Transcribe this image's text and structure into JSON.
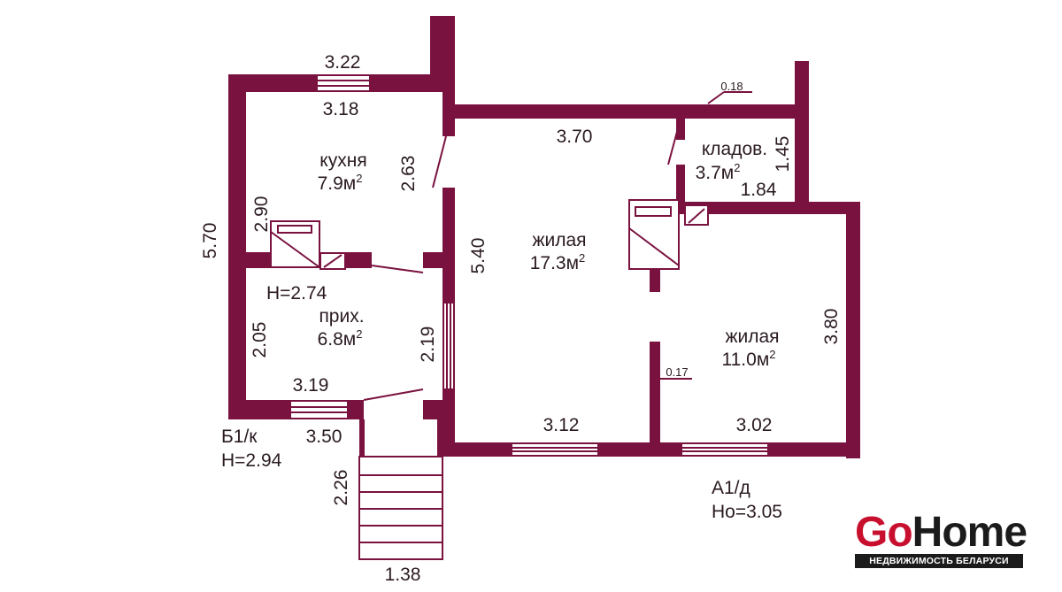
{
  "colors": {
    "wall": "#7a1240",
    "text": "#2a1a22",
    "brand_red": "#c8102e",
    "brand_dark": "#1b1b1b"
  },
  "rooms": {
    "kitchen": {
      "name": "кухня",
      "area": "7.9м",
      "sup": "2"
    },
    "hall": {
      "name": "прих.",
      "area": "6.8м",
      "sup": "2"
    },
    "living1": {
      "name": "жилая",
      "area": "17.3м",
      "sup": "2"
    },
    "living2": {
      "name": "жилая",
      "area": "11.0м",
      "sup": "2"
    },
    "storage": {
      "name": "кладов.",
      "area": "3.7м",
      "sup": "2"
    }
  },
  "dimensions": {
    "d_322": "3.22",
    "d_318": "3.18",
    "d_370": "3.70",
    "d_018": "0.18",
    "d_145": "1.45",
    "d_184": "1.84",
    "d_263": "2.63",
    "d_290": "2.90",
    "d_570": "5.70",
    "d_540": "5.40",
    "d_380": "3.80",
    "d_205": "2.05",
    "d_219": "2.19",
    "d_319": "3.19",
    "d_350": "3.50",
    "d_312": "3.12",
    "d_302": "3.02",
    "d_017": "0.17",
    "d_226": "2.26",
    "d_138": "1.38"
  },
  "heights": {
    "h_hall": "Н=2.74",
    "b1_label": "Б1/к",
    "b1_height": "Н=2.94",
    "a1_label": "А1/д",
    "a1_height": "Но=3.05"
  },
  "logo": {
    "part1": "Go",
    "part2": "Home",
    "tagline": "НЕДВИЖИМОСТЬ БЕЛАРУСИ"
  }
}
